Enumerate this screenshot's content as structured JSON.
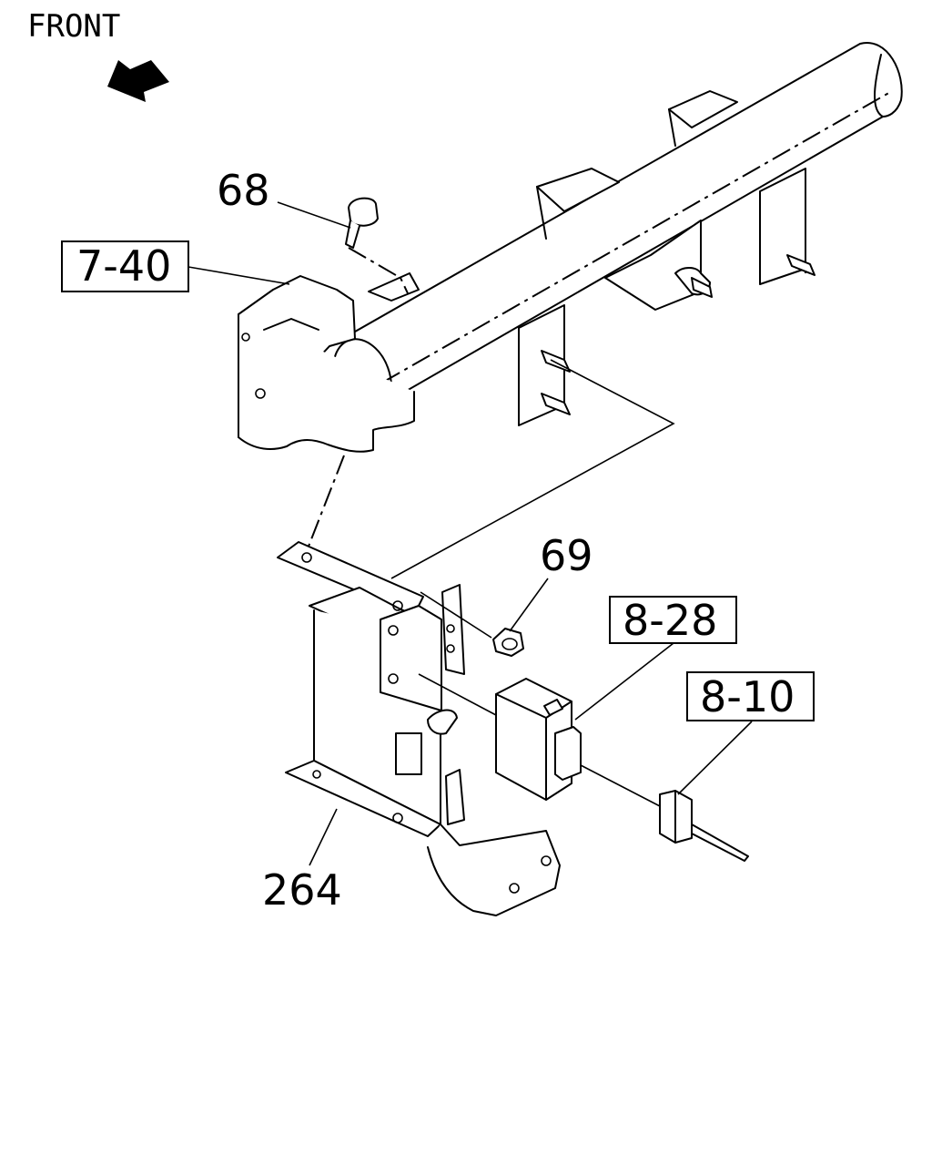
{
  "front_label": "FRONT",
  "callouts": {
    "c68": "68",
    "c7_40": "7-40",
    "c69": "69",
    "c8_28": "8-28",
    "c8_10": "8-10",
    "c264": "264"
  }
}
